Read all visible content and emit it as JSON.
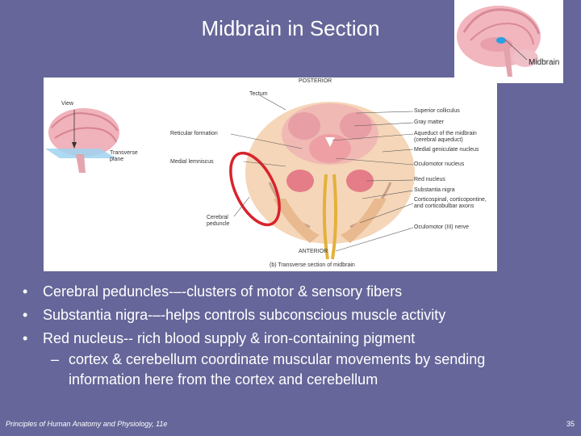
{
  "slide": {
    "title": "Midbrain in Section",
    "thumbnail": {
      "label": "Midbrain"
    },
    "figure": {
      "posterior": "POSTERIOR",
      "anterior": "ANTERIOR",
      "caption": "(b) Transverse section of midbrain",
      "view": "View",
      "plane": "Transverse plane",
      "left_labels": {
        "tectum": "Tectum",
        "reticular": "Reticular formation",
        "medial_lemniscus": "Medial lemniscus",
        "cerebral_peduncle": "Cerebral peduncle"
      },
      "right_labels": [
        "Superior colliculus",
        "Gray matter",
        "Aqueduct of the midbrain (cerebral aqueduct)",
        "Medial geniculate nucleus",
        "Oculomotor nucleus",
        "Red nucleus",
        "Substantia nigra",
        "Corticospinal, corticopontine, and corticobulbar axons",
        "Oculomotor (III) nerve"
      ]
    },
    "bullets": [
      "Cerebral peduncles-–-clusters of motor & sensory fibers",
      "Substantia nigra-–-helps controls subconscious muscle activity",
      "Red nucleus-- rich blood supply & iron-containing pigment"
    ],
    "sub_bullet": "cortex & cerebellum coordinate muscular movements by sending information here from the cortex and cerebellum",
    "bullet_char": "•",
    "dash_char": "–",
    "footer": "Principles of Human Anatomy and Physiology, 11e",
    "page_number": "35"
  }
}
